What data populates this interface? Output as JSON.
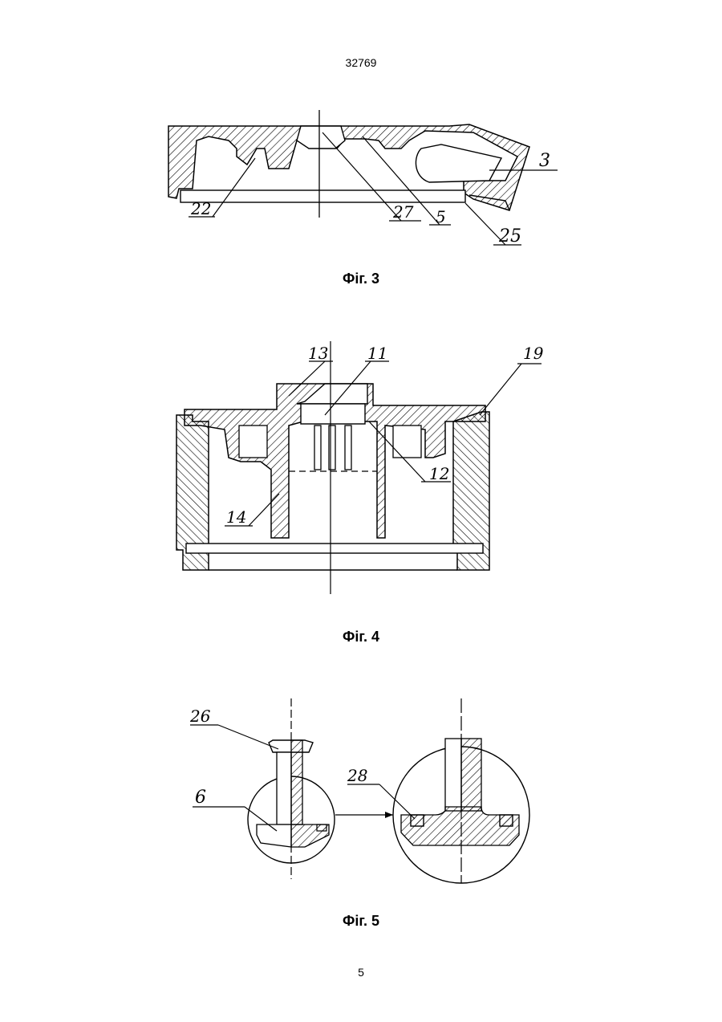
{
  "page": {
    "header": "32769",
    "footer": "5"
  },
  "figures": [
    {
      "caption": "Фіг. 3",
      "labels": {
        "l3": "3",
        "l22": "22",
        "l27": "27",
        "l5": "5",
        "l25": "25"
      }
    },
    {
      "caption": "Фіг. 4",
      "labels": {
        "l13": "13",
        "l11": "11",
        "l19": "19",
        "l12": "12",
        "l14": "14"
      }
    },
    {
      "caption": "Фіг. 5",
      "labels": {
        "l26": "26",
        "l6": "6",
        "l28": "28"
      }
    }
  ]
}
